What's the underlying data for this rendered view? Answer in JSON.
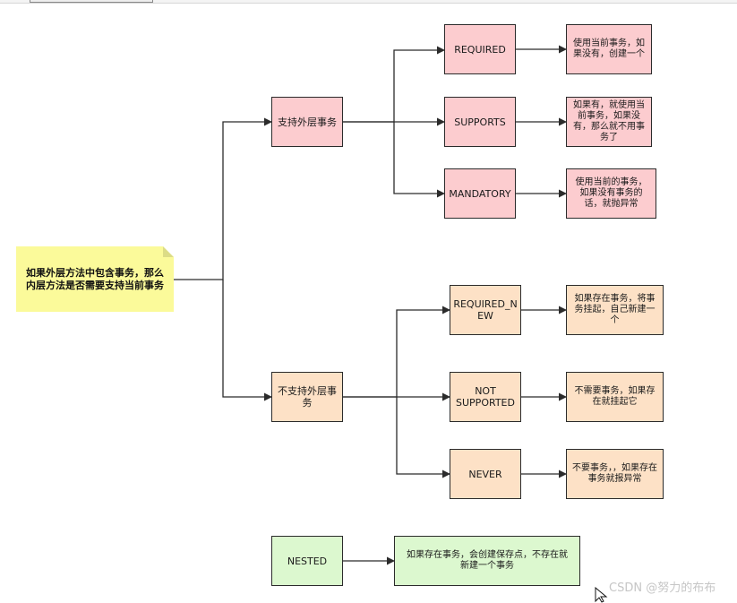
{
  "root_note": "如果外层方法中包含事务，那么内层方法是否需要支持当前事务",
  "groups": {
    "support": "支持外层事务",
    "no_support": "不支持外层事务"
  },
  "propagation": {
    "required": {
      "name": "REQUIRED",
      "desc": "使用当前事务，如果没有，创建一个"
    },
    "supports": {
      "name": "SUPPORTS",
      "desc": "如果有，就使用当前事务，如果没有，那么就不用事务了"
    },
    "mandatory": {
      "name": "MANDATORY",
      "desc": "使用当前的事务，如果没有事务的话，就抛异常"
    },
    "requires_new": {
      "name": "REQUIRED_NEW",
      "desc": "如果存在事务，将事务挂起，自己新建一个"
    },
    "not_supported": {
      "name": "NOT SUPPORTED",
      "desc": "不需要事务，如果存在就挂起它"
    },
    "never": {
      "name": "NEVER",
      "desc": "不要事务，，如果存在事务就报异常"
    },
    "nested": {
      "name": "NESTED",
      "desc": "如果存在事务，会创建保存点，不存在就新建一个事务"
    }
  },
  "colors": {
    "support_fill": "#fccccf",
    "no_support_fill": "#fde1c6",
    "nested_fill": "#dcf8cf",
    "note_fill": "#fbfa9a",
    "edge": "#2b2b2b"
  },
  "watermark": "CSDN @努力的布布"
}
